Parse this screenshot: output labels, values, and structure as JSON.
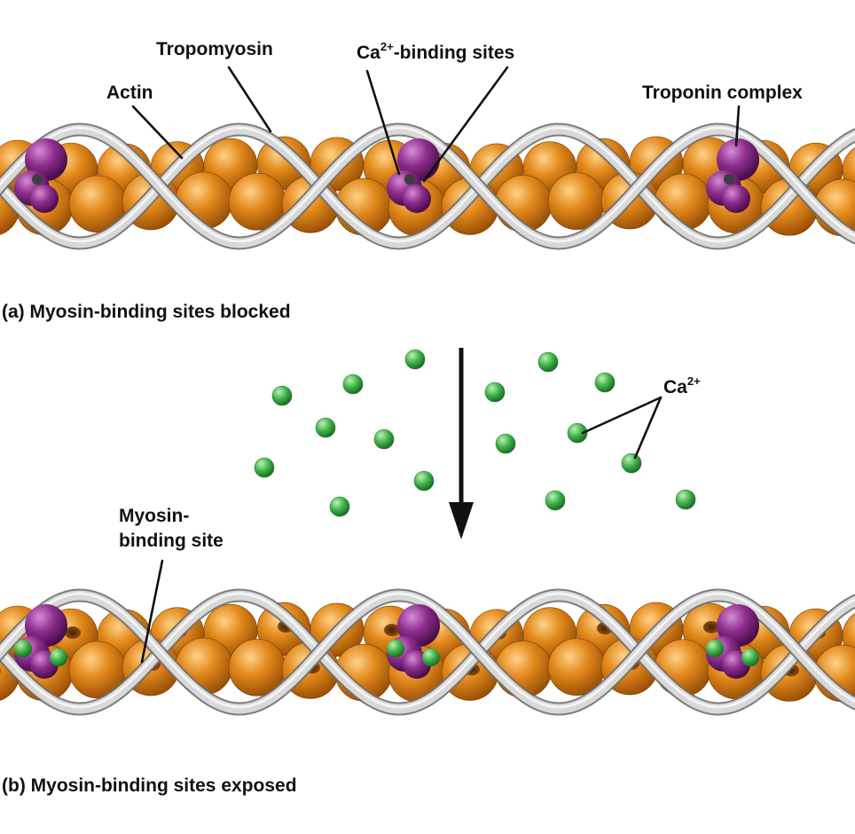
{
  "labels": {
    "tropomyosin": "Tropomyosin",
    "actin": "Actin",
    "ca_binding_prefix": "Ca",
    "ca_binding_sup": "2+",
    "ca_binding_suffix": "-binding sites",
    "troponin_complex": "Troponin complex",
    "calcium_ion_base": "Ca",
    "calcium_ion_sup": "2+",
    "myosin_binding_line1": "Myosin-",
    "myosin_binding_line2": "binding site"
  },
  "captions": {
    "panel_a": "(a) Myosin-binding sites blocked",
    "panel_b": "(b) Myosin-binding sites exposed"
  },
  "colors": {
    "actin": "#e38a1c",
    "actin_highlight": "#ffd28a",
    "actin_shadow": "#9a4f06",
    "tropomyosin": "#d5d5d5",
    "tropomyosin_edge": "#6f6f6f",
    "troponin": "#8d2d8d",
    "troponin_highlight": "#d48cd4",
    "calcium": "#3fb24a",
    "calcium_highlight": "#bdf0b5",
    "binding_site": "#6a3200"
  }
}
